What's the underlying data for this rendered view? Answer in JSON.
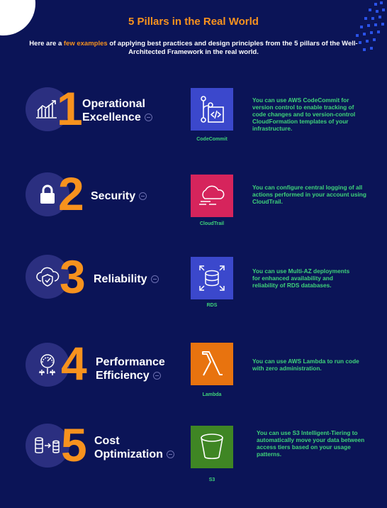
{
  "header": {
    "title": "5 Pillars in the Real World",
    "intro_part1": "Here are a ",
    "intro_highlight": "few examples",
    "intro_part2": " of applying best practices and design principles from the 5 pillars of the ",
    "intro_bold": "Well-Architected Framework",
    "intro_part3": " in the real world."
  },
  "colors": {
    "background": "#0b1457",
    "accent": "#f7921e",
    "text_green": "#3fd47a",
    "circle": "#2b2f80"
  },
  "pillars": [
    {
      "number": "1",
      "name_line1": "Operational",
      "name_line2": "Excellence",
      "icon": "chart-icon",
      "service": "CodeCommit",
      "service_color": "#3b48cc",
      "description": "You can use AWS CodeCommit for version control to enable tracking of code changes and to version-control CloudFormation templates of your infrastructure."
    },
    {
      "number": "2",
      "name_line1": "Security",
      "name_line2": "",
      "icon": "lock-icon",
      "service": "CloudTrail",
      "service_color": "#d6245c",
      "description": "You can configure central logging of all actions performed in your account using CloudTrail."
    },
    {
      "number": "3",
      "name_line1": "Reliability",
      "name_line2": "",
      "icon": "cloud-shield-icon",
      "service": "RDS",
      "service_color": "#3b48cc",
      "description": "You can use Multi-AZ deployments for enhanced availability and reliability of RDS databases."
    },
    {
      "number": "4",
      "name_line1": "Performance",
      "name_line2": "Efficiency",
      "icon": "gauge-icon",
      "service": "Lambda",
      "service_color": "#e8730f",
      "description": "You can use AWS Lambda to run code with zero administration."
    },
    {
      "number": "5",
      "name_line1": "Cost",
      "name_line2": "Optimization",
      "icon": "database-transfer-icon",
      "service": "S3",
      "service_color": "#3f8624",
      "description": "You can use S3 Intelligent-Tiering to automatically move your data between access tiers based on your usage patterns."
    }
  ]
}
